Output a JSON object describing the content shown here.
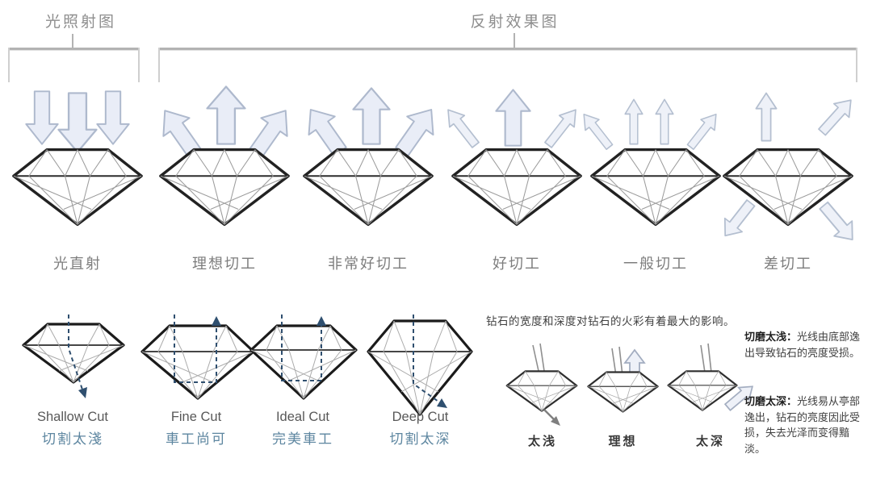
{
  "titles": {
    "illumination": "光照射图",
    "reflection": "反射效果图"
  },
  "cut_quality_row": {
    "items": [
      {
        "label": "光直射"
      },
      {
        "label": "理想切工"
      },
      {
        "label": "非常好切工"
      },
      {
        "label": "好切工"
      },
      {
        "label": "一般切工"
      },
      {
        "label": "差切工"
      }
    ]
  },
  "cut_depth_row": {
    "items": [
      {
        "en": "Shallow Cut",
        "zh": "切割太淺"
      },
      {
        "en": "Fine Cut",
        "zh": "車工尚可"
      },
      {
        "en": "Ideal Cut",
        "zh": "完美車工"
      },
      {
        "en": "Deep Cut",
        "zh": "切割太深"
      }
    ]
  },
  "depth_effect": {
    "intro": "钻石的宽度和深度对钻石的火彩有着最大的影响。",
    "examples": [
      {
        "label": "太浅"
      },
      {
        "label": "理想"
      },
      {
        "label": "太深"
      }
    ],
    "notes": [
      {
        "title": "切磨太浅：",
        "body": "光线由底部逸出导致钻石的亮度受损。"
      },
      {
        "title": "切磨太深：",
        "body": "光线易从亭部逸出，钻石的亮度因此受损，失去光泽而变得黯淡。"
      }
    ]
  },
  "colors": {
    "arrow_fill": "#e9edf7",
    "arrow_stroke": "#aeb9cd",
    "diamond_outline": "#1f1f1f",
    "facet_line": "#9a9a9a",
    "light_path": "#2f4f6f",
    "label_gray": "#7d7d7d",
    "label_blue": "#5d86a0"
  }
}
